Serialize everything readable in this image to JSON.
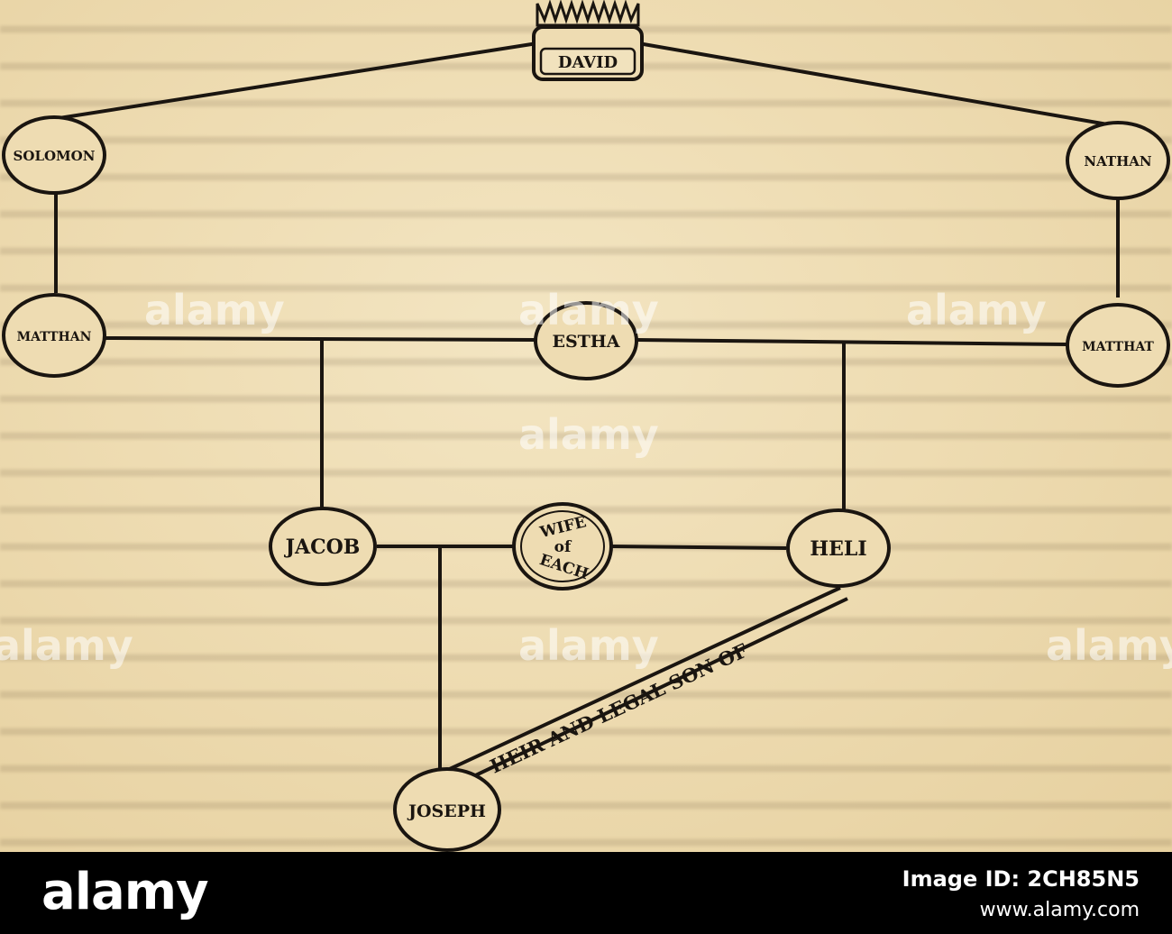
{
  "diagram": {
    "nodes": {
      "david": "DAVID",
      "solomon": "SOLOMON",
      "nathan": "NATHAN",
      "matthan": "MATTHAN",
      "estha": "ESTHA",
      "matthat": "MATTHAT",
      "jacob": "JACOB",
      "wife_line1": "WIFE",
      "wife_line2": "of",
      "wife_line3": "EACH",
      "heli": "HELI",
      "joseph": "JOSEPH"
    },
    "edge_label": "HEIR AND LEGAL SON OF"
  },
  "watermarks": [
    "alamy",
    "alamy",
    "alamy",
    "alamy",
    "alamy",
    "alamy",
    "alamy"
  ],
  "footer": {
    "logo": "alamy",
    "image_id": "Image ID: 2CH85N5",
    "site": "www.alamy.com"
  }
}
